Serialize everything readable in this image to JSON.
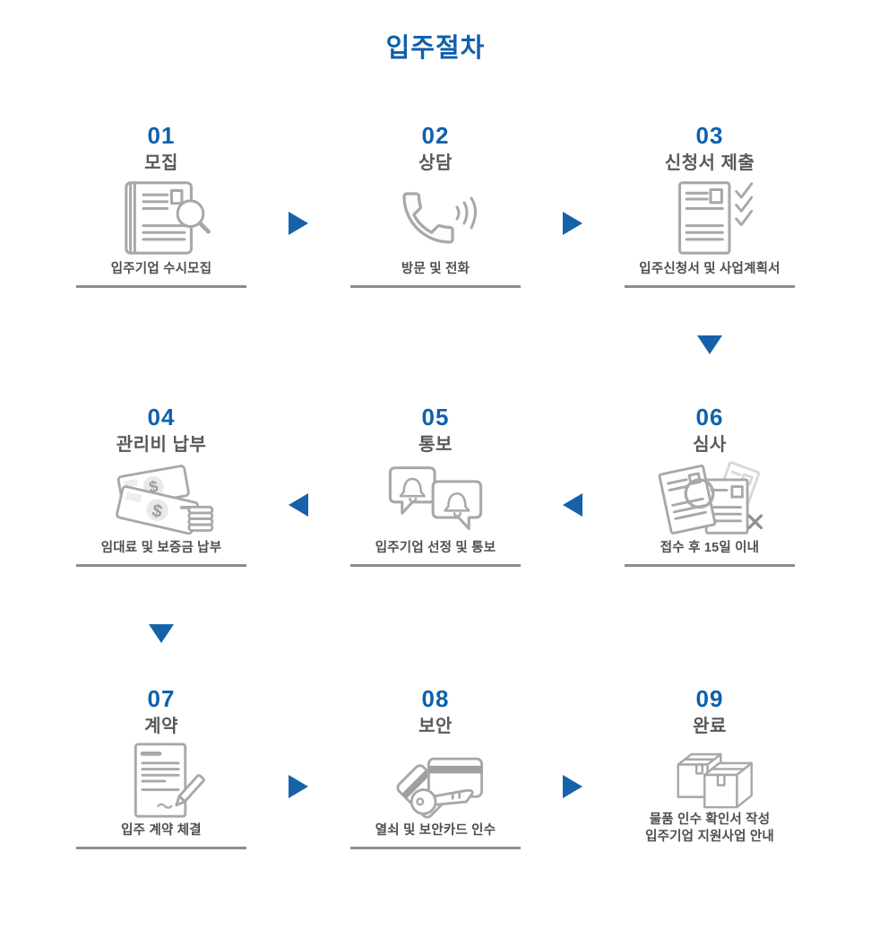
{
  "title": "입주절차",
  "colors": {
    "accent_blue": "#0f60ac",
    "arrow_blue": "#1562a9",
    "step_title_gray": "#595959",
    "caption_gray": "#4e4e4e",
    "rule_gray": "#8d8d8d",
    "icon_stroke_gray": "#a8a8a8"
  },
  "steps": [
    {
      "num": "01",
      "title": "모집",
      "caption": "입주기업 수시모집",
      "icon": "book-magnifier-icon"
    },
    {
      "num": "02",
      "title": "상담",
      "caption": "방문 및 전화",
      "icon": "phone-icon"
    },
    {
      "num": "03",
      "title": "신청서 제출",
      "caption": "입주신청서 및 사업계획서",
      "icon": "document-checklist-icon"
    },
    {
      "num": "04",
      "title": "관리비 납부",
      "caption": "임대료 및 보증금 납부",
      "icon": "money-bills-coins-icon"
    },
    {
      "num": "05",
      "title": "통보",
      "caption": "입주기업 선정 및 통보",
      "icon": "notification-bubbles-icon"
    },
    {
      "num": "06",
      "title": "심사",
      "caption": "접수 후 15일 이내",
      "icon": "review-documents-icon"
    },
    {
      "num": "07",
      "title": "계약",
      "caption": "입주 계약 체결",
      "icon": "contract-pen-icon"
    },
    {
      "num": "08",
      "title": "보안",
      "caption": "열쇠 및 보안카드 인수",
      "icon": "key-and-card-icon"
    },
    {
      "num": "09",
      "title": "완료",
      "caption": "물품 인수 확인서 작성\n입주기업 지원사업 안내",
      "icon": "boxes-icon"
    }
  ],
  "arrows": [
    {
      "from": "01",
      "to": "02",
      "direction": "right"
    },
    {
      "from": "02",
      "to": "03",
      "direction": "right"
    },
    {
      "from": "03",
      "to": "06",
      "direction": "down"
    },
    {
      "from": "06",
      "to": "05",
      "direction": "left"
    },
    {
      "from": "05",
      "to": "04",
      "direction": "left"
    },
    {
      "from": "04",
      "to": "07",
      "direction": "down"
    },
    {
      "from": "07",
      "to": "08",
      "direction": "right"
    },
    {
      "from": "08",
      "to": "09",
      "direction": "right"
    }
  ]
}
